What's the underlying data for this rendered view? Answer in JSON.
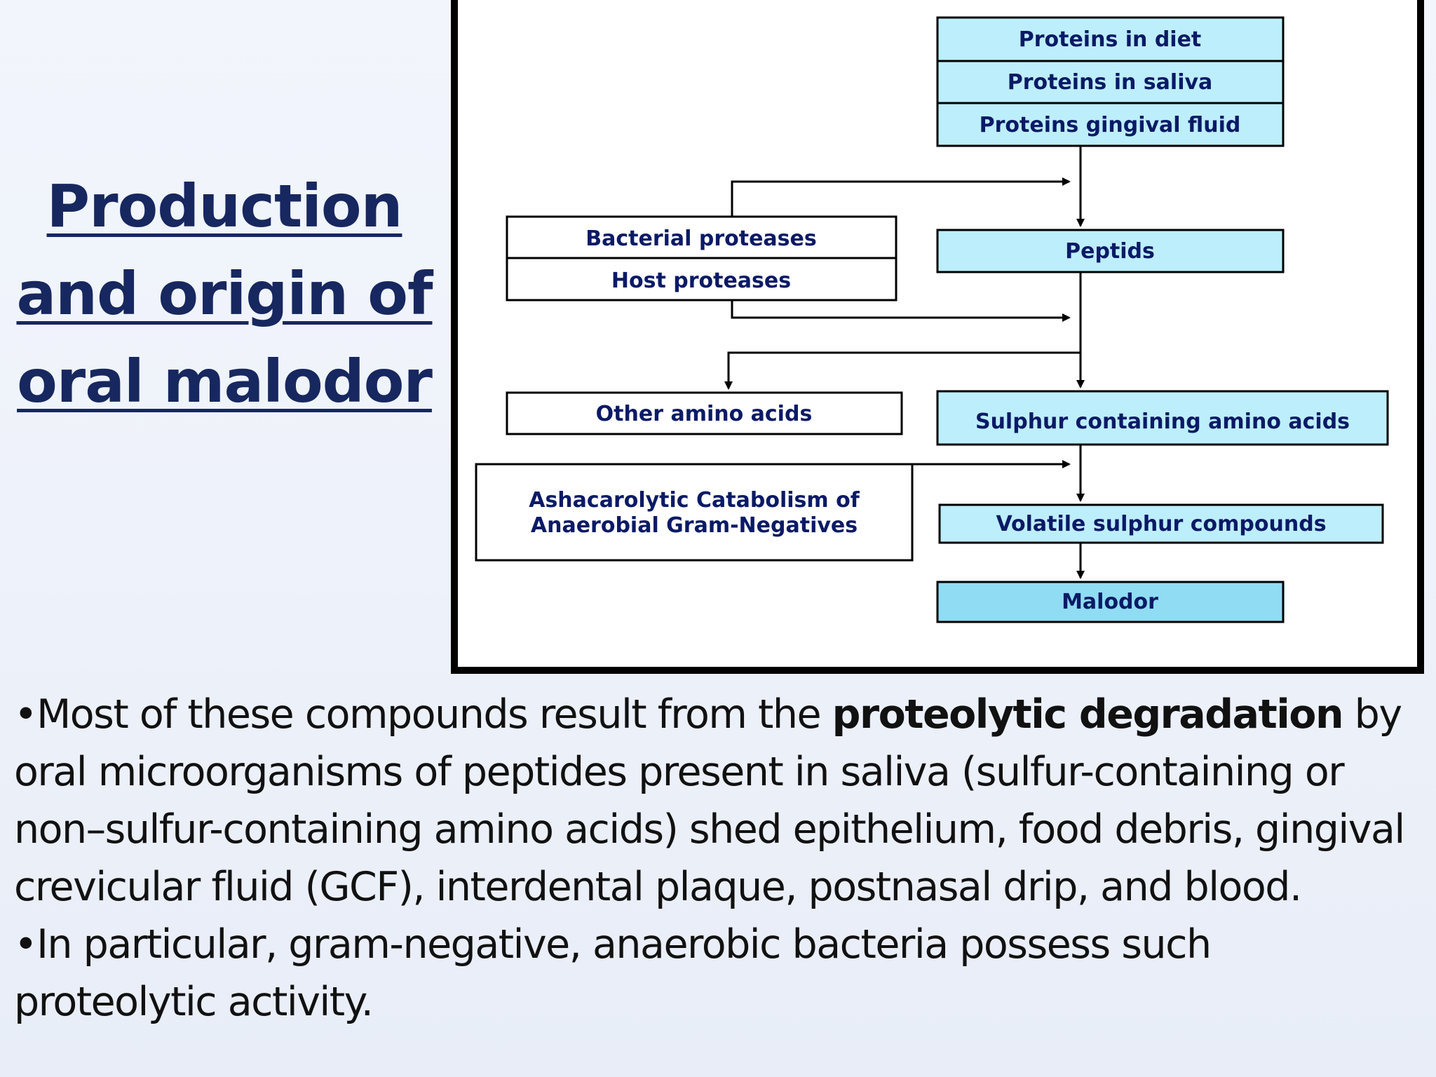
{
  "title": {
    "line1": "Production",
    "line2": "and origin of",
    "line3": "oral malodor"
  },
  "diagram": {
    "proteins_in_diet": "Proteins in diet",
    "proteins_in_saliva": "Proteins in saliva",
    "proteins_gingival_fluid": "Proteins gingival fluid",
    "bacterial_proteases": "Bacterial proteases",
    "host_proteases": "Host proteases",
    "peptids": "Peptids",
    "other_amino_acids": "Other amino acids",
    "sulphur_amino_acids": "Sulphur containing amino acids",
    "catabolism_line1": "Ashacarolytic Catabolism of",
    "catabolism_line2": "Anaerobial Gram-Negatives",
    "volatile_sulphur": "Volatile sulphur compounds",
    "malodor": "Malodor",
    "colors": {
      "cyan_box": "#bdeefb",
      "malodor_box": "#8fdcf3",
      "label_text": "#0a1a66"
    }
  },
  "body": {
    "bullet1_before": "•Most of these compounds result from the ",
    "bullet1_bold": "proteolytic degradation",
    "bullet1_after": " by oral microorganisms of peptides present in saliva (sulfur-containing or non–sulfur-containing amino acids) shed epithelium, food debris, gingival crevicular fluid (GCF), interdental plaque, postnasal drip, and blood.",
    "bullet2": "•In particular, gram-negative, anaerobic bacteria possess such proteolytic activity."
  }
}
